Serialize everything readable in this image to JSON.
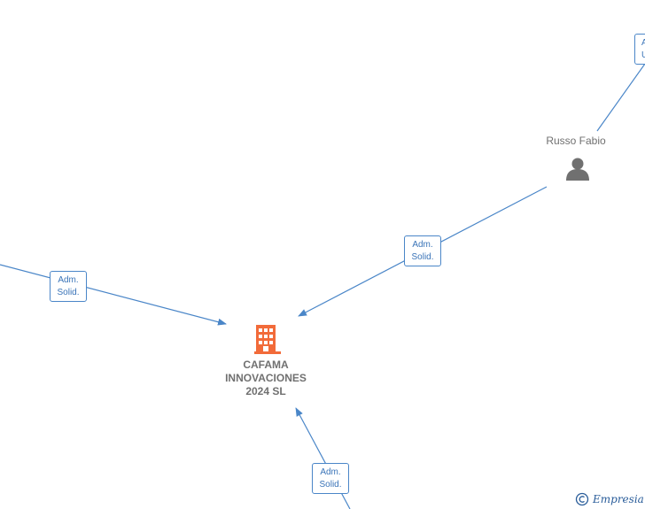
{
  "nodes": {
    "person": {
      "name": "Russo Fabio",
      "icon": "person-icon",
      "color": "#707070"
    },
    "company": {
      "name_lines": [
        "CAFAMA",
        "INNOVACIONES",
        "2024  SL"
      ],
      "icon": "building-icon",
      "color": "#f26b3a"
    }
  },
  "edges": [
    {
      "id": "edge-left",
      "label_line1": "Adm.",
      "label_line2": "Solid."
    },
    {
      "id": "edge-russo",
      "label_line1": "Adm.",
      "label_line2": "Solid."
    },
    {
      "id": "edge-bottom",
      "label_line1": "Adm.",
      "label_line2": "Solid."
    },
    {
      "id": "edge-topright",
      "label_line1": "A",
      "label_line2": "U"
    }
  ],
  "colors": {
    "edge": "#4a86c8",
    "label_text": "#3a74b8",
    "node_text": "#707070"
  },
  "brand": {
    "copyright_symbol": "©",
    "name": "Empresia"
  }
}
